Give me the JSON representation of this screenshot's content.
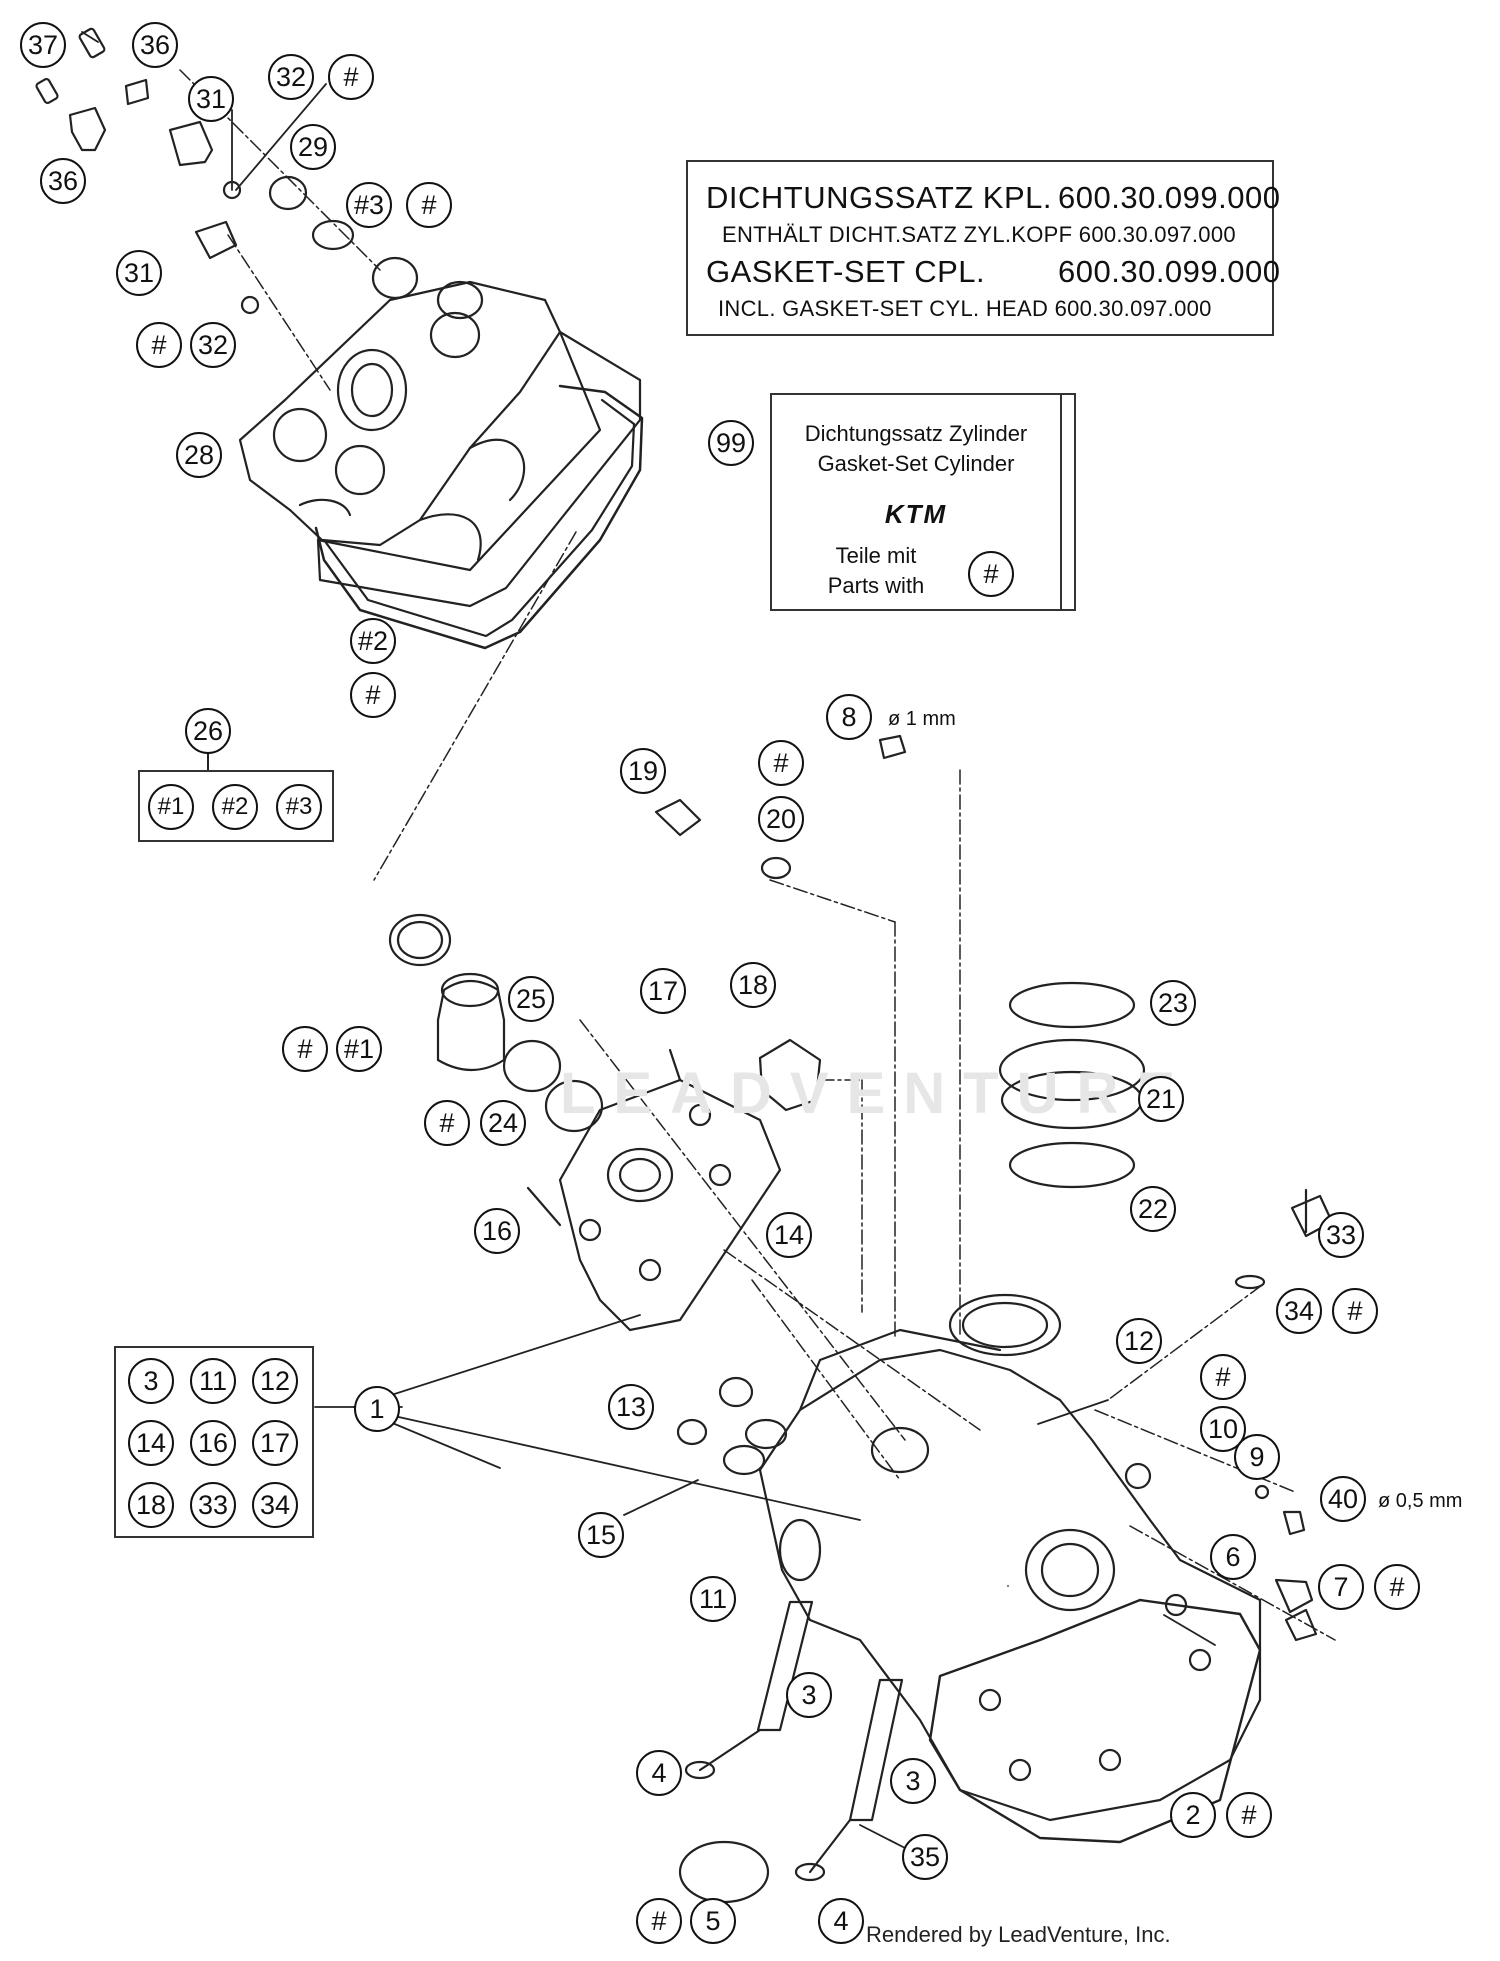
{
  "gasket_box": {
    "line1_label": "DICHTUNGSSATZ KPL.",
    "line1_number": "600.30.099.000",
    "line2": "ENTHÄLT DICHT.SATZ ZYL.KOPF 600.30.097.000",
    "line3_label": "GASKET-SET CPL.",
    "line3_number": "600.30.099.000",
    "line4": "INCL. GASKET-SET CYL. HEAD 600.30.097.000"
  },
  "kit_box": {
    "callout": "99",
    "line1": "Dichtungssatz Zylinder",
    "line2": "Gasket-Set Cylinder",
    "logo": "KTM",
    "line3": "Teile mit",
    "line4": "Parts with",
    "mark": "#"
  },
  "set_26": {
    "callout": "26",
    "members": [
      "#1",
      "#2",
      "#3"
    ]
  },
  "set_1": {
    "members": [
      "3",
      "11",
      "12",
      "14",
      "16",
      "17",
      "18",
      "33",
      "34"
    ]
  },
  "notes": {
    "hole_1mm": "ø 1 mm",
    "hole_05mm": "ø 0,5 mm"
  },
  "callouts": {
    "c37": "37",
    "c36a": "36",
    "c36b": "36",
    "c31a": "31",
    "c31b": "31",
    "c32a": "32",
    "c32b": "32",
    "c29": "29",
    "c28": "28",
    "c25": "25",
    "c24": "24",
    "c23": "23",
    "c22": "22",
    "c21": "21",
    "c20": "20",
    "c19": "19",
    "c18": "18",
    "c17": "17",
    "c16": "16",
    "c15": "15",
    "c14": "14",
    "c13": "13",
    "c12": "12",
    "c11": "11",
    "c10": "10",
    "c9": "9",
    "c8": "8",
    "c7": "7",
    "c6": "6",
    "c5": "5",
    "c4a": "4",
    "c4b": "4",
    "c3a": "3",
    "c3b": "3",
    "c2": "2",
    "c1": "1",
    "c33": "33",
    "c34": "34",
    "c35": "35",
    "c40": "40",
    "h3": "#3",
    "h2": "#2",
    "h1": "#1",
    "hash": "#"
  },
  "watermark": "LEADVENTURE",
  "footer": "Rendered by LeadVenture, Inc."
}
